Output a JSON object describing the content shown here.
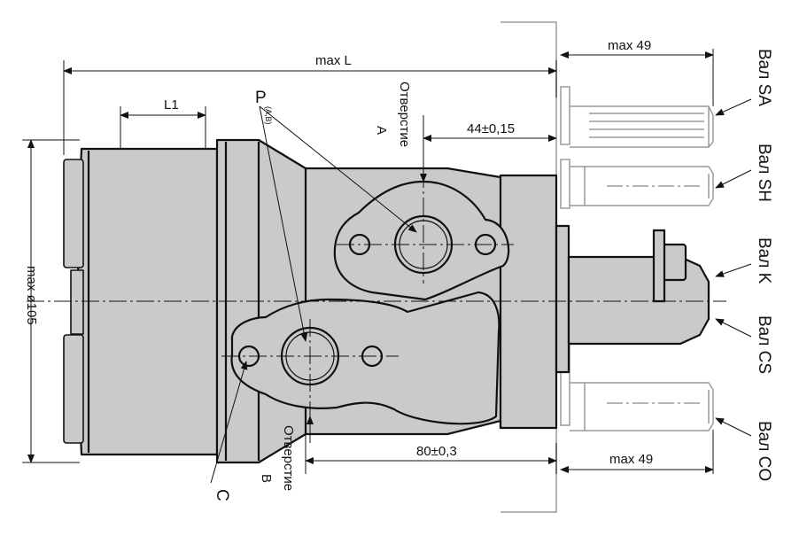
{
  "dimensions": {
    "max_l": "max L",
    "l1": "L1",
    "max_49_top": "max 49",
    "max_49_bottom": "max 49",
    "d44": "44±0,15",
    "d80": "80±0,3",
    "max_d105": "max ø105"
  },
  "ports": {
    "p_main": "P",
    "p_sub": "(A,B)",
    "port_a_line1": "Отверстие",
    "port_a_line2": "A",
    "port_b_line1": "Отверстие",
    "port_b_line2": "B",
    "c_label": "C"
  },
  "shafts": {
    "sa": "Вал SA",
    "sh": "Вал SH",
    "k": "Вал K",
    "cs": "Вал CS",
    "co": "Вал CO"
  },
  "colors": {
    "body_fill": "#c9cacc",
    "line": "#111111",
    "ghost": "#9a9a9a"
  }
}
